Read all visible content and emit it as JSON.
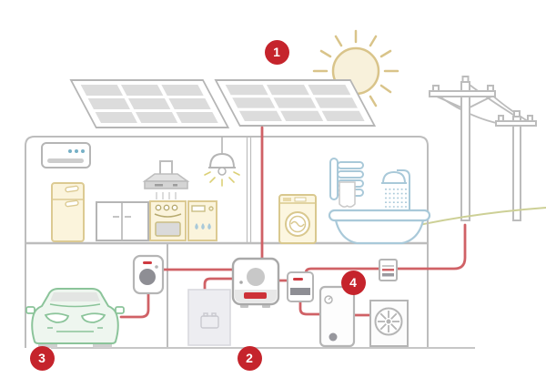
{
  "markers": [
    {
      "label": "1",
      "component": "solar-panels"
    },
    {
      "label": "2",
      "label_pos": "bottom-center",
      "component": "inverter-and-battery"
    },
    {
      "label": "3",
      "component": "electric-car-charging"
    },
    {
      "label": "4",
      "component": "heat-pump"
    }
  ],
  "components": [
    "sun-icon",
    "solar-panel-left",
    "solar-panel-right",
    "power-grid-poles-icon",
    "house-structure",
    "ac-unit-icon",
    "fridge-icon",
    "cabinet-icon",
    "range-hood-icon",
    "pendant-lamp-icon",
    "stove-icon",
    "dishwasher-icon",
    "washing-machine-icon",
    "towel-radiator-icon",
    "shower-icon",
    "bathtub-icon",
    "electric-car-icon",
    "wallbox-charger-icon",
    "battery-storage-icon",
    "inverter-icon",
    "electricity-meter-icon",
    "junction-box-icon",
    "heat-pump-icon",
    "outdoor-fan-unit-icon",
    "power-cables",
    "ground-line"
  ],
  "colors": {
    "accent_red": "#c5242c",
    "cable_red": "#d06166",
    "outline_gray": "#b5b5b5",
    "cream_stroke": "#dcca92",
    "cream_fill": "#fbf4dc",
    "water_blue": "#a9c9d9",
    "car_green": "#8bc49a",
    "car_fill": "#eef6ef",
    "sun_yellow": "#d9c48a",
    "sun_fill": "#f8f1db",
    "grass_green": "#cdd096",
    "cell_gray": "#dcdcdc",
    "device_gray": "#8e8e94"
  }
}
